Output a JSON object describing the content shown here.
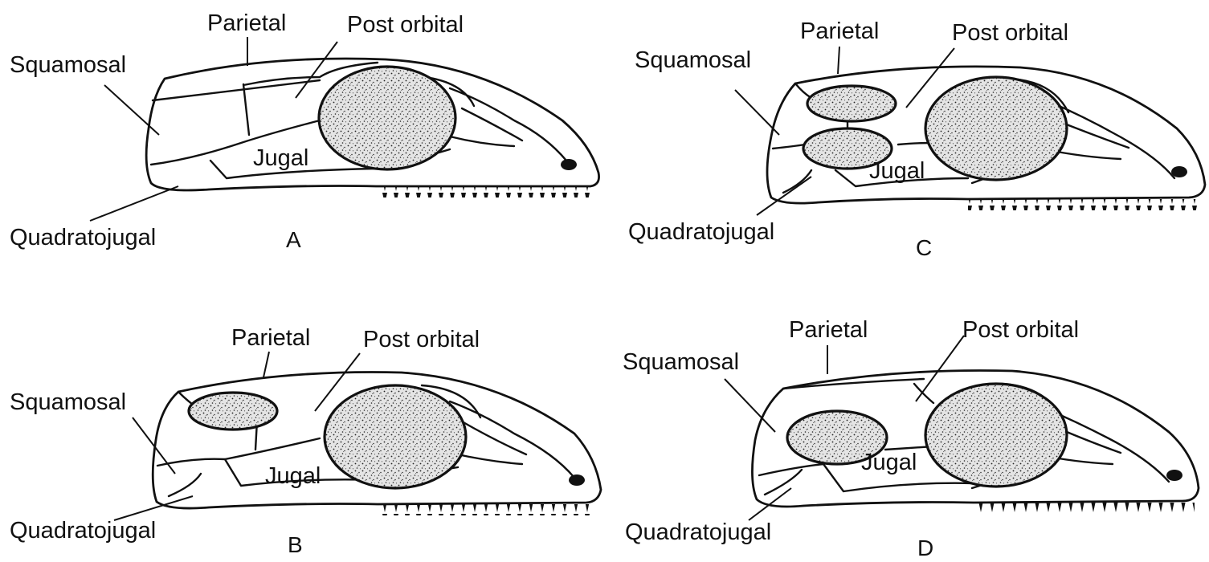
{
  "panels": [
    {
      "id": "A",
      "letter": "A",
      "labels": {
        "parietal": "Parietal",
        "post_orbital": "Post orbital",
        "squamosal": "Squamosal",
        "jugal": "Jugal",
        "quadratojugal": "Quadratojugal"
      },
      "temporal_openings": 0
    },
    {
      "id": "B",
      "letter": "B",
      "labels": {
        "parietal": "Parietal",
        "post_orbital": "Post orbital",
        "squamosal": "Squamosal",
        "jugal": "Jugal",
        "quadratojugal": "Quadratojugal"
      },
      "temporal_openings": 1
    },
    {
      "id": "C",
      "letter": "C",
      "labels": {
        "parietal": "Parietal",
        "post_orbital": "Post orbital",
        "squamosal": "Squamosal",
        "jugal": "Jugal",
        "quadratojugal": "Quadratojugal"
      },
      "temporal_openings": 2
    },
    {
      "id": "D",
      "letter": "D",
      "labels": {
        "parietal": "Parietal",
        "post_orbital": "Post orbital",
        "squamosal": "Squamosal",
        "jugal": "Jugal",
        "quadratojugal": "Quadratojugal"
      },
      "temporal_openings": 1
    }
  ]
}
